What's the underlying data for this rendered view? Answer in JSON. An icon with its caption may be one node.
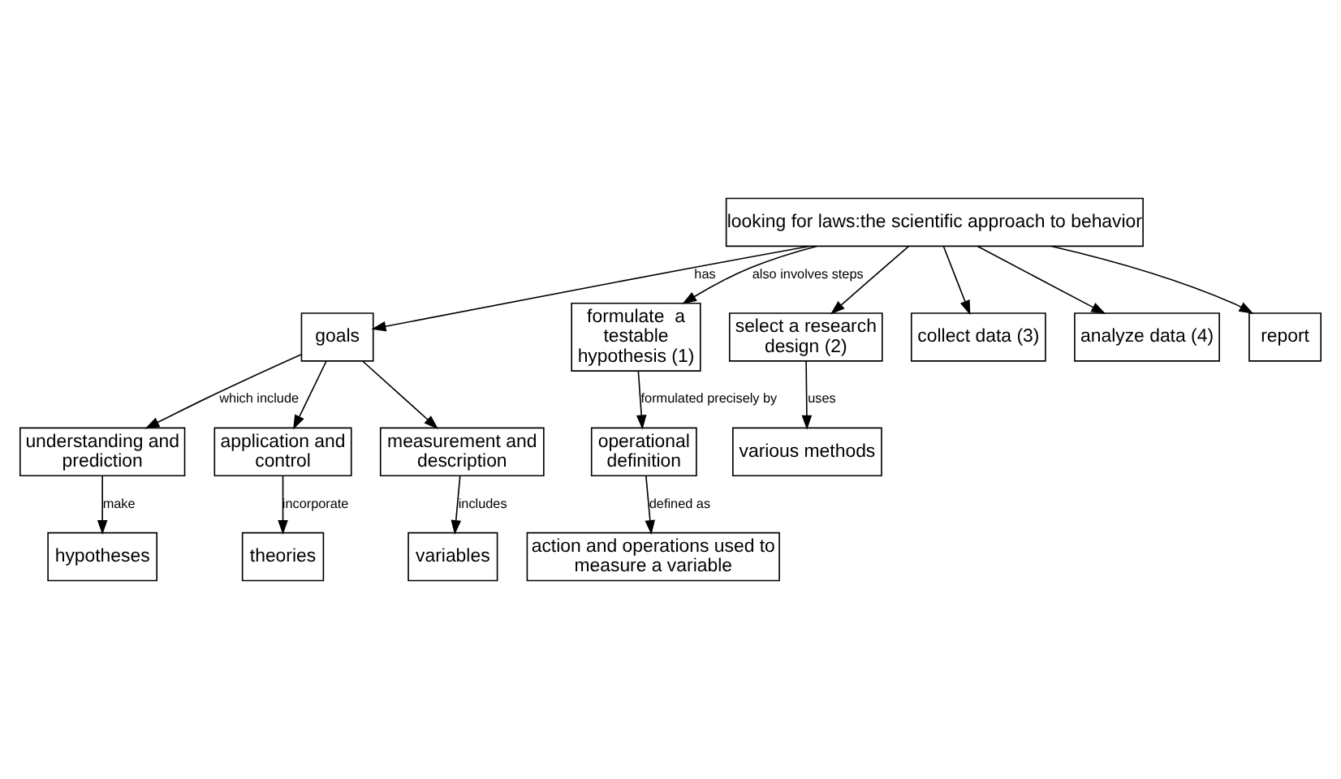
{
  "diagram": {
    "nodes": [
      {
        "text": [
          "looking for laws:the scientific approach to behavior"
        ]
      },
      {
        "text": [
          "goals"
        ]
      },
      {
        "text": [
          "formulate  a testable hypothesis (1)"
        ]
      },
      {
        "text": [
          "select a research design (2)"
        ]
      },
      {
        "text": [
          "collect data (3)"
        ]
      },
      {
        "text": [
          "understanding and prediction"
        ]
      },
      {
        "text": [
          "application and control"
        ]
      },
      {
        "text": [
          "operational definition"
        ]
      },
      {
        "text": [
          "analyze data (4)"
        ]
      },
      {
        "text": [
          "report"
        ]
      },
      {
        "text": [
          "various methods"
        ]
      },
      {
        "text": [
          "theories"
        ]
      },
      {
        "text": [
          "hypotheses"
        ]
      },
      {
        "text": [
          "action and operations used to measure a variable"
        ]
      },
      {
        "text": [
          "measurement and description"
        ]
      },
      {
        "text": [
          "variables"
        ]
      }
    ],
    "edges": [
      {
        "from": 0,
        "to": 1,
        "arrow": "to",
        "label": "has"
      },
      {
        "from": 0,
        "to": 2,
        "arrow": "to",
        "label": "also involves steps"
      },
      {
        "from": 0,
        "to": 3,
        "arrow": "to"
      },
      {
        "from": 0,
        "to": 4,
        "arrow": "to"
      },
      {
        "from": 0,
        "to": 8,
        "arrow": "to"
      },
      {
        "from": 0,
        "to": 9,
        "arrow": "to"
      },
      {
        "from": 3,
        "to": 10,
        "arrow": "to",
        "label": "uses"
      },
      {
        "from": 1,
        "to": 5,
        "arrow": "to",
        "label": "which include"
      },
      {
        "from": 1,
        "to": 6,
        "arrow": "to"
      },
      {
        "from": 1,
        "to": 14,
        "arrow": "to"
      },
      {
        "from": 2,
        "to": 7,
        "arrow": "to",
        "label": "formulated precisely by"
      },
      {
        "from": 5,
        "to": 12,
        "arrow": "to",
        "label": "make"
      },
      {
        "from": 6,
        "to": 11,
        "arrow": "to",
        "label": "incorporate"
      },
      {
        "from": 7,
        "to": 13,
        "arrow": "to",
        "label": "defined as"
      },
      {
        "from": 14,
        "to": 15,
        "arrow": "to",
        "label": "includes"
      }
    ]
  }
}
